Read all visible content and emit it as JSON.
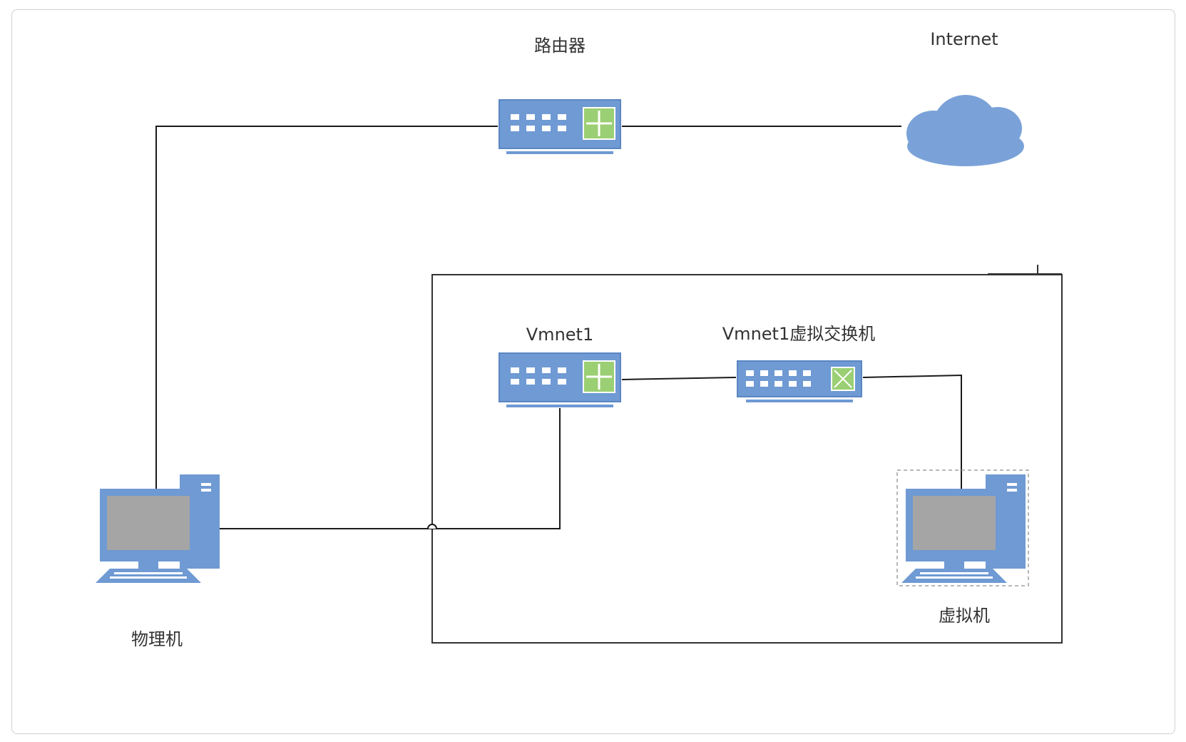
{
  "labels": {
    "router": "路由器",
    "internet": "Internet",
    "vmnet1": "Vmnet1",
    "vswitch": "Vmnet1虚拟交换机",
    "physical": "物理机",
    "vm": "虚拟机"
  },
  "colors": {
    "device_blue": "#6f9ad3",
    "device_blue_dark": "#5b86c2",
    "router_green": "#9bcf73",
    "screen_gray": "#a5a5a5",
    "line": "#1a1a1a",
    "cloud": "#7aa2d8"
  },
  "icons": {
    "router": "router-icon",
    "internet": "cloud-icon",
    "vmnet1": "router-icon",
    "vswitch": "switch-icon",
    "physical": "desktop-computer-icon",
    "vm": "virtual-computer-icon"
  }
}
